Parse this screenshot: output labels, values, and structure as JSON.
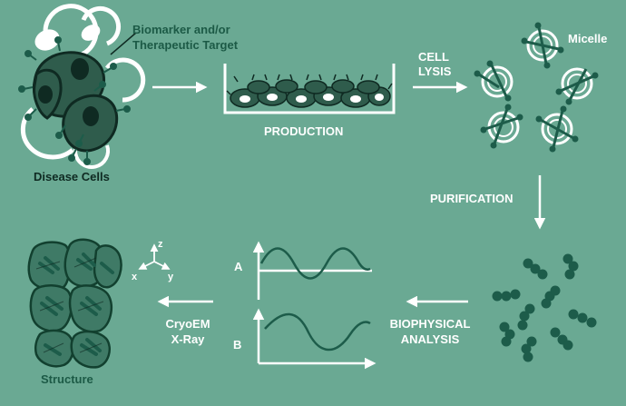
{
  "labels": {
    "biomarker_line1": "Biomarker and/or",
    "biomarker_line2": "Therapeutic Target",
    "disease_cells": "Disease Cells",
    "production": "PRODUCTION",
    "cell_lysis_line1": "CELL",
    "cell_lysis_line2": "LYSIS",
    "micelle": "Micelle",
    "purification": "PURIFICATION",
    "biophysical_line1": "BIOPHYSICAL",
    "biophysical_line2": "ANALYSIS",
    "graph_a": "A",
    "graph_b": "B",
    "cryoem": "CryoEM",
    "xray": "X-Ray",
    "structure": "Structure",
    "axis_z": "z",
    "axis_x": "x",
    "axis_y": "y"
  },
  "colors": {
    "background": "#6aa993",
    "cell_fill": "#2f5c4c",
    "cell_dark": "#0f2a22",
    "protein": "#1d5c4a",
    "structure_fill": "#3f7a66",
    "structure_outline": "#12402f",
    "white": "#ffffff"
  }
}
